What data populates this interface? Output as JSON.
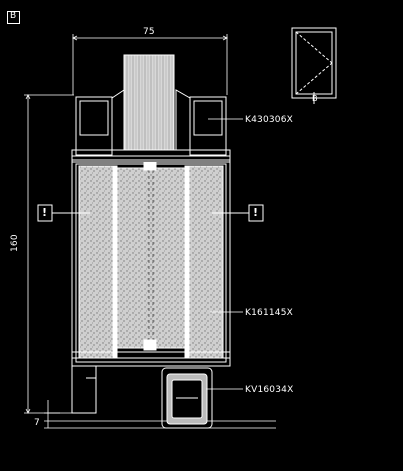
{
  "labels": {
    "corner": "B",
    "dim_top": "75",
    "dim_left": "160",
    "dim_small": "7",
    "profile_top": "K430306X",
    "profile_mid": "K161145X",
    "profile_bottom": "KV16034X",
    "mini_ref": "B"
  },
  "icons": {
    "exclamation": "!"
  },
  "colors": {
    "background": "#000000",
    "line": "#ffffff",
    "insulation": "#d0d0d0",
    "glass": "#9a9a9a"
  }
}
